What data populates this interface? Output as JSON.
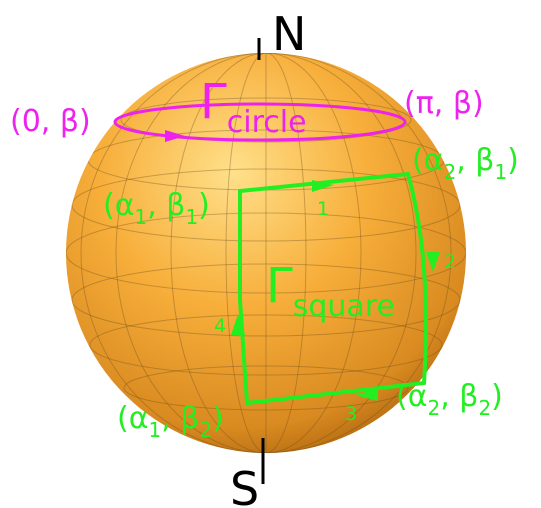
{
  "poles": {
    "north": "N",
    "south": "S"
  },
  "circle_path": {
    "gamma": "Γ",
    "subscript": "circle",
    "left_point": "(0, β)",
    "right_point": "(π, β)",
    "color": "#ee22ee"
  },
  "square_path": {
    "gamma": "Γ",
    "subscript": "square",
    "corners": {
      "top_left": {
        "open": "(α",
        "sub1": "1",
        "mid": ", β",
        "sub2": "1",
        "close": ")"
      },
      "top_right": {
        "open": "(α",
        "sub1": "2",
        "mid": ", β",
        "sub2": "1",
        "close": ")"
      },
      "bottom_left": {
        "open": "(α",
        "sub1": "1",
        "mid": ", β",
        "sub2": "2",
        "close": ")"
      },
      "bottom_right": {
        "open": "(α",
        "sub1": "2",
        "mid": ", β",
        "sub2": "2",
        "close": ")"
      }
    },
    "segment_numbers": [
      "1",
      "2",
      "3",
      "4"
    ],
    "color": "#22ee22"
  },
  "sphere": {
    "fill_light": "#ffd27a",
    "fill_mid": "#f5a531",
    "fill_dark": "#b86a10",
    "grid": "#7a5a30"
  }
}
